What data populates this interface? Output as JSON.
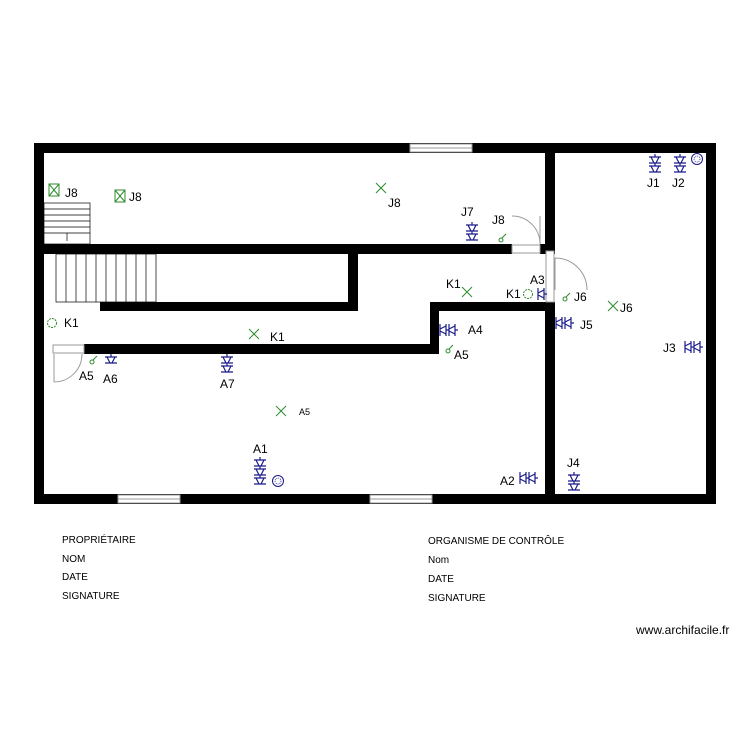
{
  "colors": {
    "wall": "#000000",
    "socket": "#1a1a8c",
    "switch": "#2e8b2e",
    "window": "#9a9a9a"
  },
  "labels": {
    "j8a": "J8",
    "j8b": "J8",
    "j8c": "J8",
    "j8d": "J8",
    "j7": "J7",
    "j1": "J1",
    "j2": "J2",
    "j3": "J3",
    "j4": "J4",
    "j5": "J5",
    "j6a": "J6",
    "j6b": "J6",
    "k1a": "K1",
    "k1b": "K1",
    "k1c": "K1",
    "k1d": "K1",
    "a1": "A1",
    "a2": "A2",
    "a3": "A3",
    "a4": "A4",
    "a5a": "A5",
    "a5b": "A5",
    "a5c": "A5",
    "a6": "A6",
    "a7": "A7"
  },
  "owner": {
    "title": "PROPRIÉTAIRE",
    "name": "NOM",
    "date": "DATE",
    "signature": "SIGNATURE"
  },
  "inspector": {
    "title": "ORGANISME DE CONTRÔLE",
    "name": "Nom",
    "date": "DATE",
    "signature": "SIGNATURE"
  },
  "watermark": "www.archifacile.fr"
}
